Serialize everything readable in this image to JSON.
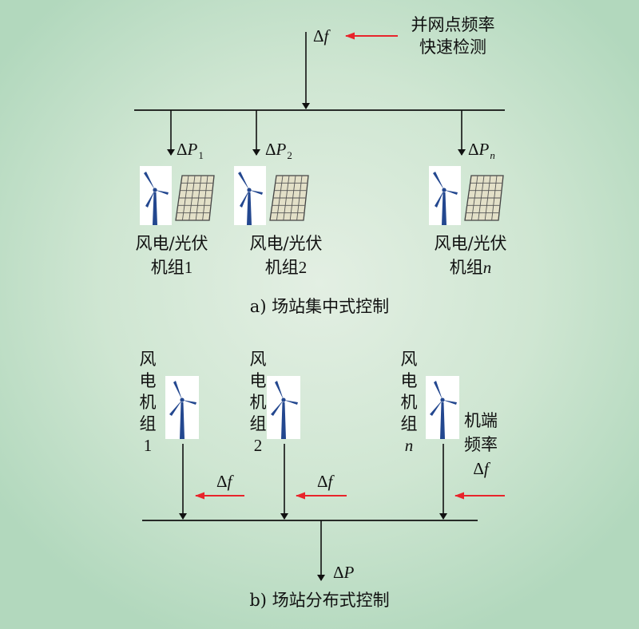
{
  "panel_a": {
    "caption": "a) 场站集中式控制",
    "input_freq_label": {
      "delta": "Δ",
      "var": "f"
    },
    "detect_label": [
      "并网点频率",
      "快速检测"
    ],
    "branch_labels": [
      {
        "delta": "Δ",
        "var": "P",
        "sub": "1"
      },
      {
        "delta": "Δ",
        "var": "P",
        "sub": "2"
      },
      {
        "delta": "Δ",
        "var": "P",
        "sub": "n"
      }
    ],
    "units": [
      {
        "line1": "风电/光伏",
        "line2_text": "机组",
        "line2_num": "1",
        "num_italic": false
      },
      {
        "line1": "风电/光伏",
        "line2_text": "机组",
        "line2_num": "2",
        "num_italic": false
      },
      {
        "line1": "风电/光伏",
        "line2_text": "机组",
        "line2_num": "n",
        "num_italic": true
      }
    ]
  },
  "panel_b": {
    "caption": "b) 场站分布式控制",
    "units": [
      {
        "chars": [
          "风",
          "电",
          "机",
          "组"
        ],
        "num": "1",
        "num_italic": false
      },
      {
        "chars": [
          "风",
          "电",
          "机",
          "组"
        ],
        "num": "2",
        "num_italic": false
      },
      {
        "chars": [
          "风",
          "电",
          "机",
          "组"
        ],
        "num": "n",
        "num_italic": true
      }
    ],
    "freq_labels": [
      {
        "delta": "Δ",
        "var": "f"
      },
      {
        "delta": "Δ",
        "var": "f"
      }
    ],
    "terminal_freq_label": [
      "机端",
      "频率"
    ],
    "terminal_freq_symbol": {
      "delta": "Δ",
      "var": "f"
    },
    "output_label": {
      "delta": "Δ",
      "var": "P"
    }
  },
  "colors": {
    "line": "#111111",
    "red_arrow": "#e8242b",
    "turbine_blue": "#23478f",
    "panel_fill": "#e3e0c8"
  }
}
